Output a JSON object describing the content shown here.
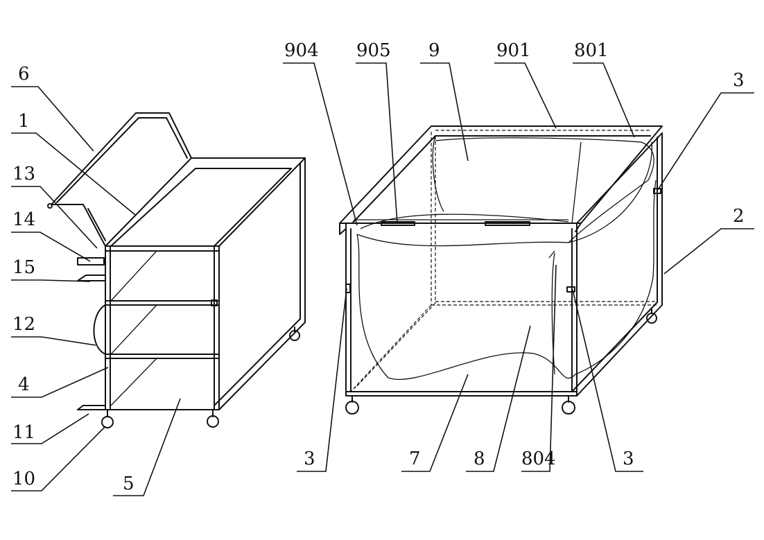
{
  "labels": {
    "l904": "904",
    "l905": "905",
    "l9": "9",
    "l901": "901",
    "l801": "801",
    "l3_top_right": "3",
    "l2": "2",
    "l6": "6",
    "l1": "1",
    "l13": "13",
    "l14": "14",
    "l15": "15",
    "l12": "12",
    "l4": "4",
    "l11": "11",
    "l10": "10",
    "l5": "5",
    "l3_bottom_left": "3",
    "l7": "7",
    "l8": "8",
    "l804": "804",
    "l3_bottom_right": "3"
  }
}
